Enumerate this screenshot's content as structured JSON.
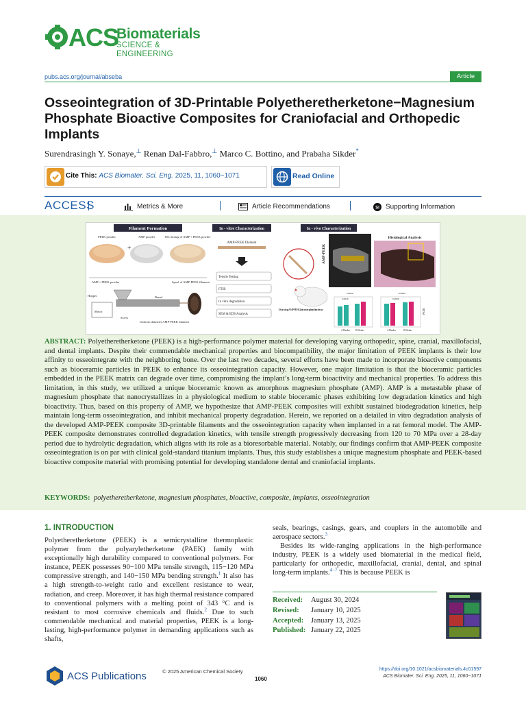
{
  "journal": {
    "logo_main": "ACS",
    "logo_title": "Biomaterials",
    "logo_subtitle": "SCIENCE & ENGINEERING",
    "url": "pubs.acs.org/journal/abseba",
    "article_type": "Article"
  },
  "title": "Osseointegration of 3D-Printable Polyetheretherketone−Magnesium Phosphate Bioactive Composites for Craniofacial and Orthopedic Implants",
  "authors": [
    {
      "name": "Surendrasingh Y. Sonaye,",
      "mark": "⊥"
    },
    {
      "name": "Renan Dal-Fabbro,",
      "mark": "⊥"
    },
    {
      "name": "Marco C. Bottino, and",
      "mark": ""
    },
    {
      "name": "Prabaha Sikder",
      "mark": "*"
    }
  ],
  "cite": {
    "label": "Cite This:",
    "journal": "ACS Biomater. Sci. Eng.",
    "rest": "2025, 11, 1060−1071"
  },
  "read_online": "Read Online",
  "access": {
    "word": "ACCESS",
    "items": [
      "Metrics & More",
      "Article Recommendations",
      "Supporting Information"
    ]
  },
  "graphic": {
    "panel1_title": "Filament Formation",
    "panel2_title": "In - vitro Characterization",
    "panel3_title": "In - vivo Characterization",
    "panel4_title": "Histological Analysis",
    "powders": [
      "PEEK powder",
      "AMP powder",
      "Wet mixing of AMP + PEEK powder"
    ],
    "extruder_labels": [
      "AMP + PEEK powder",
      "Spool of AMP-PEEK filament",
      "Hopper",
      "Barrel",
      "Motor",
      "Screw",
      "Uniform diameter AMP-PEEK filament"
    ],
    "filament_label": "AMP-PEEK filament",
    "tests": [
      "Tensile Testing",
      "FTIR",
      "In vitro degradation",
      "SEM & EDS Analysis"
    ],
    "implant_label": "10 mm long AMP-PEEK filament implanted into femur",
    "amp_peek_tag": "AMP-PEEK",
    "peek_tag": "PEEK",
    "chart_labels": [
      "4 Weeks",
      "8 Weeks"
    ],
    "pvals": [
      "0.0028",
      "0.0026",
      "<0.0001",
      "0.0006"
    ]
  },
  "abstract_label": "ABSTRACT:",
  "abstract_text": "Polyetheretherketone (PEEK) is a high-performance polymer material for developing varying orthopedic, spine, cranial, maxillofacial, and dental implants. Despite their commendable mechanical properties and biocompatibility, the major limitation of PEEK implants is their low affinity to osseointegrate with the neighboring bone. Over the last two decades, several efforts have been made to incorporate bioactive components such as bioceramic particles in PEEK to enhance its osseointegration capacity. However, one major limitation is that the bioceramic particles embedded in the PEEK matrix can degrade over time, compromising the implant’s long-term bioactivity and mechanical properties. To address this limitation, in this study, we utilized a unique bioceramic known as amorphous magnesium phosphate (AMP). AMP is a metastable phase of magnesium phosphate that nanocrystallizes in a physiological medium to stable bioceramic phases exhibiting low degradation kinetics and high bioactivity. Thus, based on this property of AMP, we hypothesize that AMP-PEEK composites will exhibit sustained biodegradation kinetics, help maintain long-term osseointegration, and inhibit mechanical property degradation. Herein, we reported on a detailed in vitro degradation analysis of the developed AMP-PEEK composite 3D-printable filaments and the osseointegration capacity when implanted in a rat femoral model. The AMP-PEEK composite demonstrates controlled degradation kinetics, with tensile strength progressively decreasing from 120 to 70 MPa over a 28-day period due to hydrolytic degradation, which aligns with its role as a bioresorbable material. Notably, our findings confirm that AMP-PEEK composite osseointegration is on par with clinical gold-standard titanium implants. Thus, this study establishes a unique magnesium phosphate and PEEK-based bioactive composite material with promising potential for developing standalone dental and craniofacial implants.",
  "keywords_label": "KEYWORDS:",
  "keywords": "polyetheretherketone, magnesium phosphates, bioactive, composite, implants, osseointegration",
  "intro_heading": "1. INTRODUCTION",
  "intro_left": [
    [
      "Polyetheretherketone (PEEK) is a semicrystalline thermoplastic polymer from the polyaryletherketone (PAEK) family with exceptionally high durability compared to conventional polymers. For instance, PEEK possesses 90−100 MPa tensile strength, 115−120 MPa compressive strength, and 140−150 MPa bending strength.",
      "1",
      " It also has a high strength-to-weight ratio and excellent resistance to wear, radiation, and creep. Moreover, it has high thermal resistance compared to conventional polymers with a melting point of 343 °C and is resistant to most corrosive chemicals and fluids.",
      "2",
      " Due to such commendable mechanical and material properties, PEEK is a long-lasting, high-performance polymer in demanding applications such as shafts,"
    ]
  ],
  "intro_right_1": [
    "seals, bearings, casings, gears, and couplers in the automobile and aerospace sectors.",
    "3"
  ],
  "intro_right_2": [
    "Besides its wide-ranging applications in the high-performance industry, PEEK is a widely used biomaterial in the medical field, particularly for orthopedic, maxillofacial, cranial, dental, and spinal long-term implants.",
    "4−7",
    " This is because PEEK is"
  ],
  "dates": [
    {
      "label": "Received:",
      "value": "August 30, 2024"
    },
    {
      "label": "Revised:",
      "value": "January 10, 2025"
    },
    {
      "label": "Accepted:",
      "value": "January 13, 2025"
    },
    {
      "label": "Published:",
      "value": "January 22, 2025"
    }
  ],
  "footer": {
    "publisher": "ACS Publications",
    "copyright": "© 2025 American Chemical Society",
    "page": "1060",
    "doi": "https://doi.org/10.1021/acsbiomaterials.4c01597",
    "citation": "ACS Biomater. Sci. Eng. 2025, 11, 1060−1071"
  },
  "colors": {
    "brand_green": "#2e9a44",
    "link_blue": "#1f5fa8",
    "abstract_bg": "#e9f3df"
  }
}
